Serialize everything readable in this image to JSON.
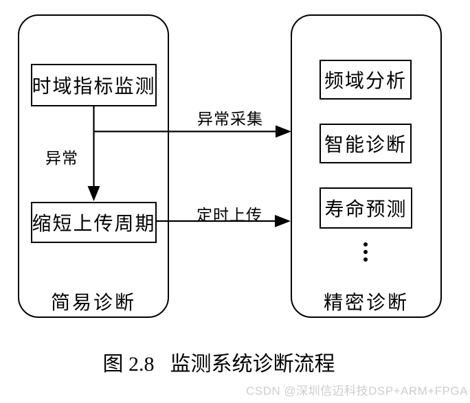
{
  "figure": {
    "caption": {
      "prefix": "图 2.8",
      "title": "监测系统诊断流程"
    },
    "watermark": "CSDN @深圳信迈科技DSP+ARM+FPGA",
    "colors": {
      "line": "#000000",
      "background": "#ffffff",
      "watermark": "#cdcdcd"
    }
  },
  "simple_diagnosis": {
    "label": "简易诊断",
    "nodes": [
      {
        "label": "时域指标监测"
      },
      {
        "label": "缩短上传周期"
      }
    ],
    "internal_arrow_label": "异常"
  },
  "precision_diagnosis": {
    "label": "精密诊断",
    "nodes": [
      {
        "label": "频域分析"
      },
      {
        "label": "智能诊断"
      },
      {
        "label": "寿命预测"
      }
    ],
    "more_icon": "vertical-ellipsis"
  },
  "cross_arrows": [
    {
      "label": "异常采集"
    },
    {
      "label": "定时上传"
    }
  ]
}
